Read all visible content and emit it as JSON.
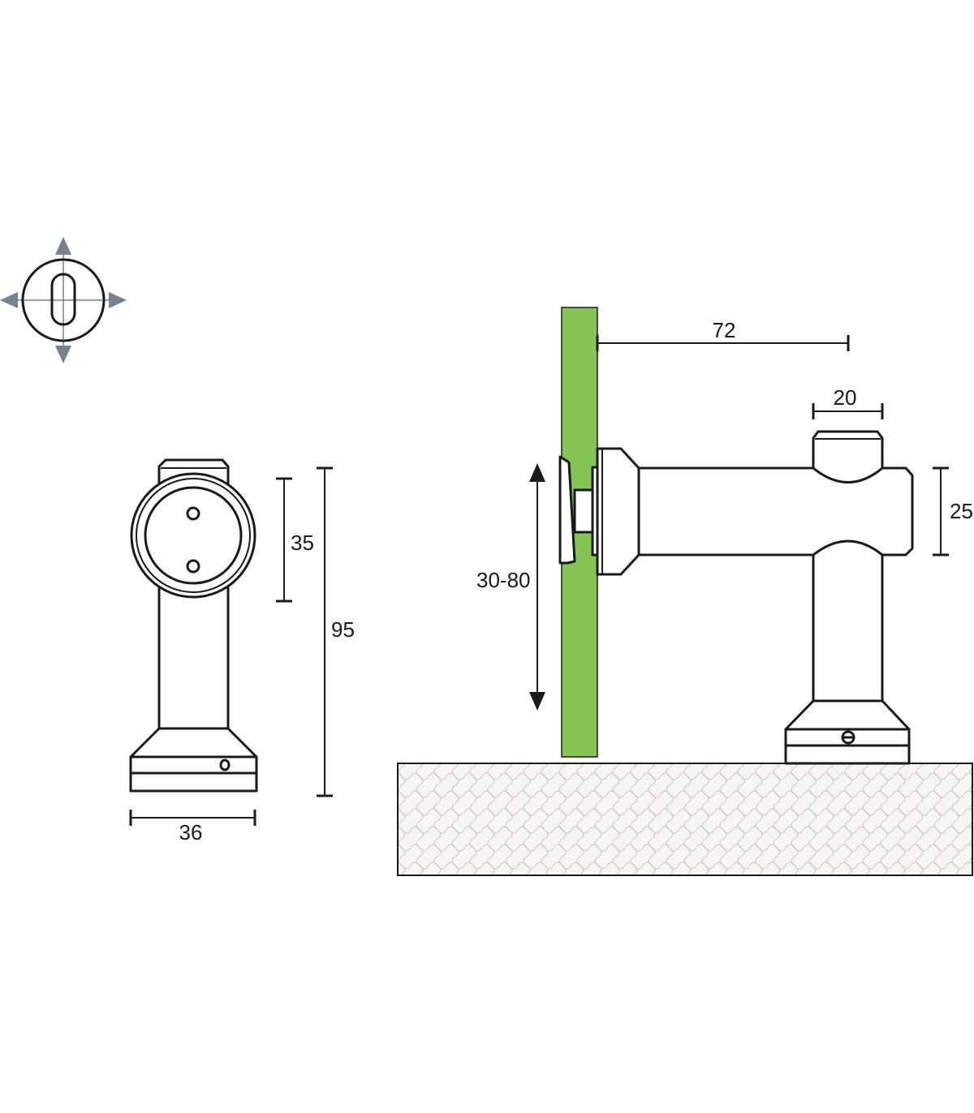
{
  "colors": {
    "glass": "#84c553",
    "ink": "#1a1a1a",
    "arrow": "#74838f",
    "surface": "#f7f5f2",
    "surface_pattern": "#c9c3bd"
  },
  "icons": {
    "adjust": "adjustment-directions-icon"
  },
  "dimensions": {
    "front_width": "36",
    "front_height": "95",
    "front_ring": "35",
    "side_length": "72",
    "side_top": "20",
    "side_tube": "25",
    "glass_range": "30-80"
  }
}
